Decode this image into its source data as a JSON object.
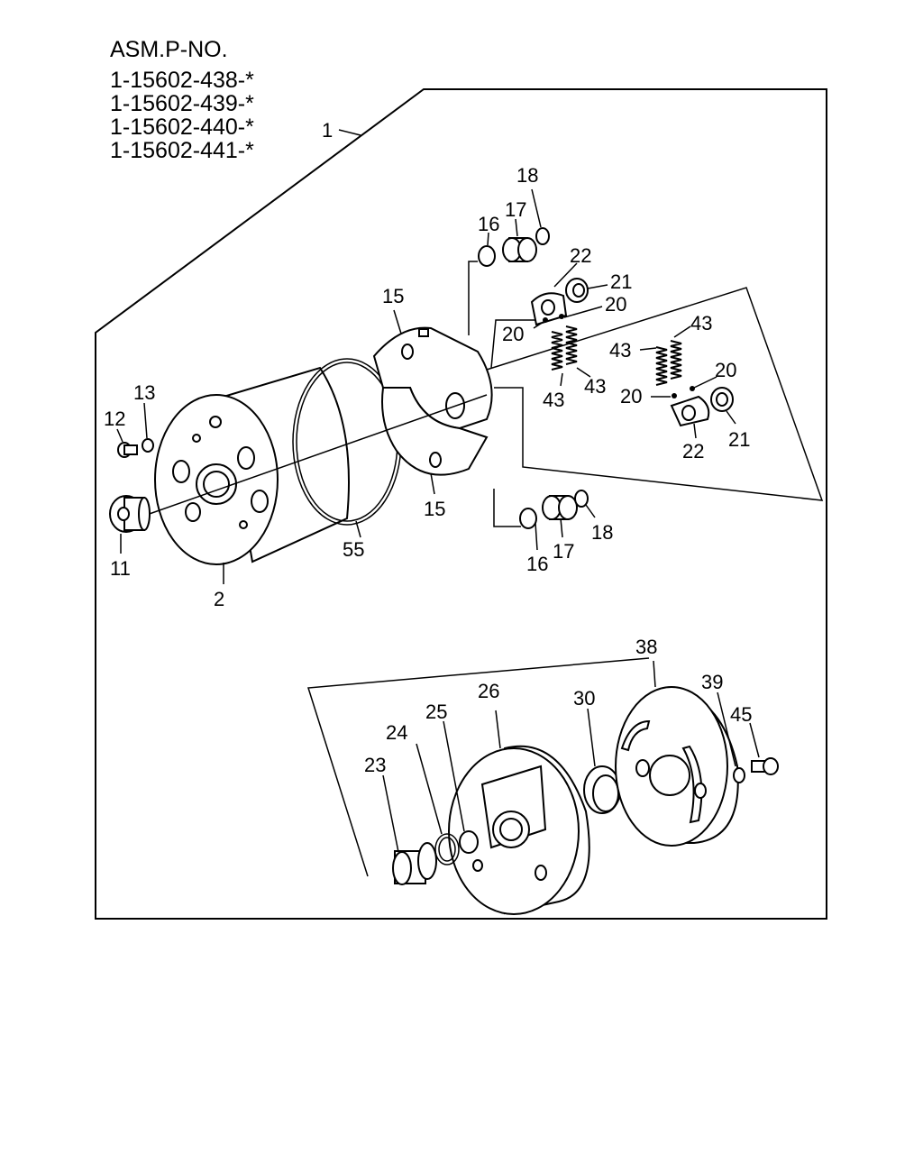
{
  "header": {
    "title": "ASM.P-NO.",
    "part_numbers": [
      "1-15602-438-*",
      "1-15602-439-*",
      "1-15602-440-*",
      "1-15602-441-*"
    ]
  },
  "callouts": {
    "c1": "1",
    "c2": "2",
    "c11": "11",
    "c12": "12",
    "c13": "13",
    "c15a": "15",
    "c15b": "15",
    "c16a": "16",
    "c16b": "16",
    "c17a": "17",
    "c17b": "17",
    "c18a": "18",
    "c18b": "18",
    "c20a": "20",
    "c20b": "20",
    "c20c": "20",
    "c20d": "20",
    "c21a": "21",
    "c21b": "21",
    "c22a": "22",
    "c22b": "22",
    "c43a": "43",
    "c43b": "43",
    "c43c": "43",
    "c43d": "43",
    "c55": "55",
    "c23": "23",
    "c24": "24",
    "c25": "25",
    "c26": "26",
    "c30": "30",
    "c38": "38",
    "c39": "39",
    "c45": "45"
  }
}
